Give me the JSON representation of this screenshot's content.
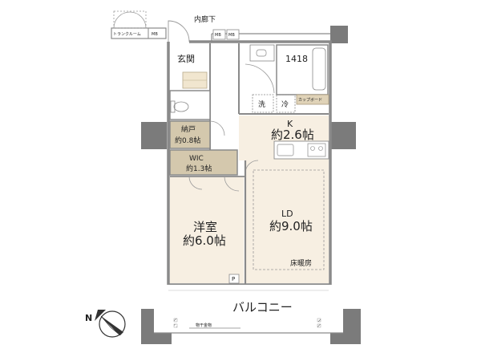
{
  "floorplan": {
    "labels": {
      "inner_corridor": "内廊下",
      "trunk_room": "トランクルーム",
      "mb_trunk": "MB",
      "mb_top_1": "MB",
      "mb_top_2": "MB",
      "entrance": "玄関",
      "storage_name": "納戸",
      "storage_size": "約0.8帖",
      "wic_name": "WIC",
      "wic_size": "約1.3帖",
      "bath": "1418",
      "laundry": "洗",
      "fridge": "冷",
      "cupboard": "カップボード",
      "kitchen_name": "K",
      "kitchen_size": "約2.6帖",
      "ld_name": "LD",
      "ld_size": "約9.0帖",
      "floor_heating": "床暖房",
      "western_name": "洋室",
      "western_size": "約6.0帖",
      "pipe_space": "P",
      "balcony": "バルコニー",
      "laundry_pole": "物干金物"
    },
    "compass": {
      "letter": "N"
    },
    "colors": {
      "room_fill": "#f7efe2",
      "storage_fill": "#d4c8ad",
      "wall": "#8a8a8a",
      "column": "#7b7b7b",
      "cupboard": "#e0d3b8"
    }
  }
}
